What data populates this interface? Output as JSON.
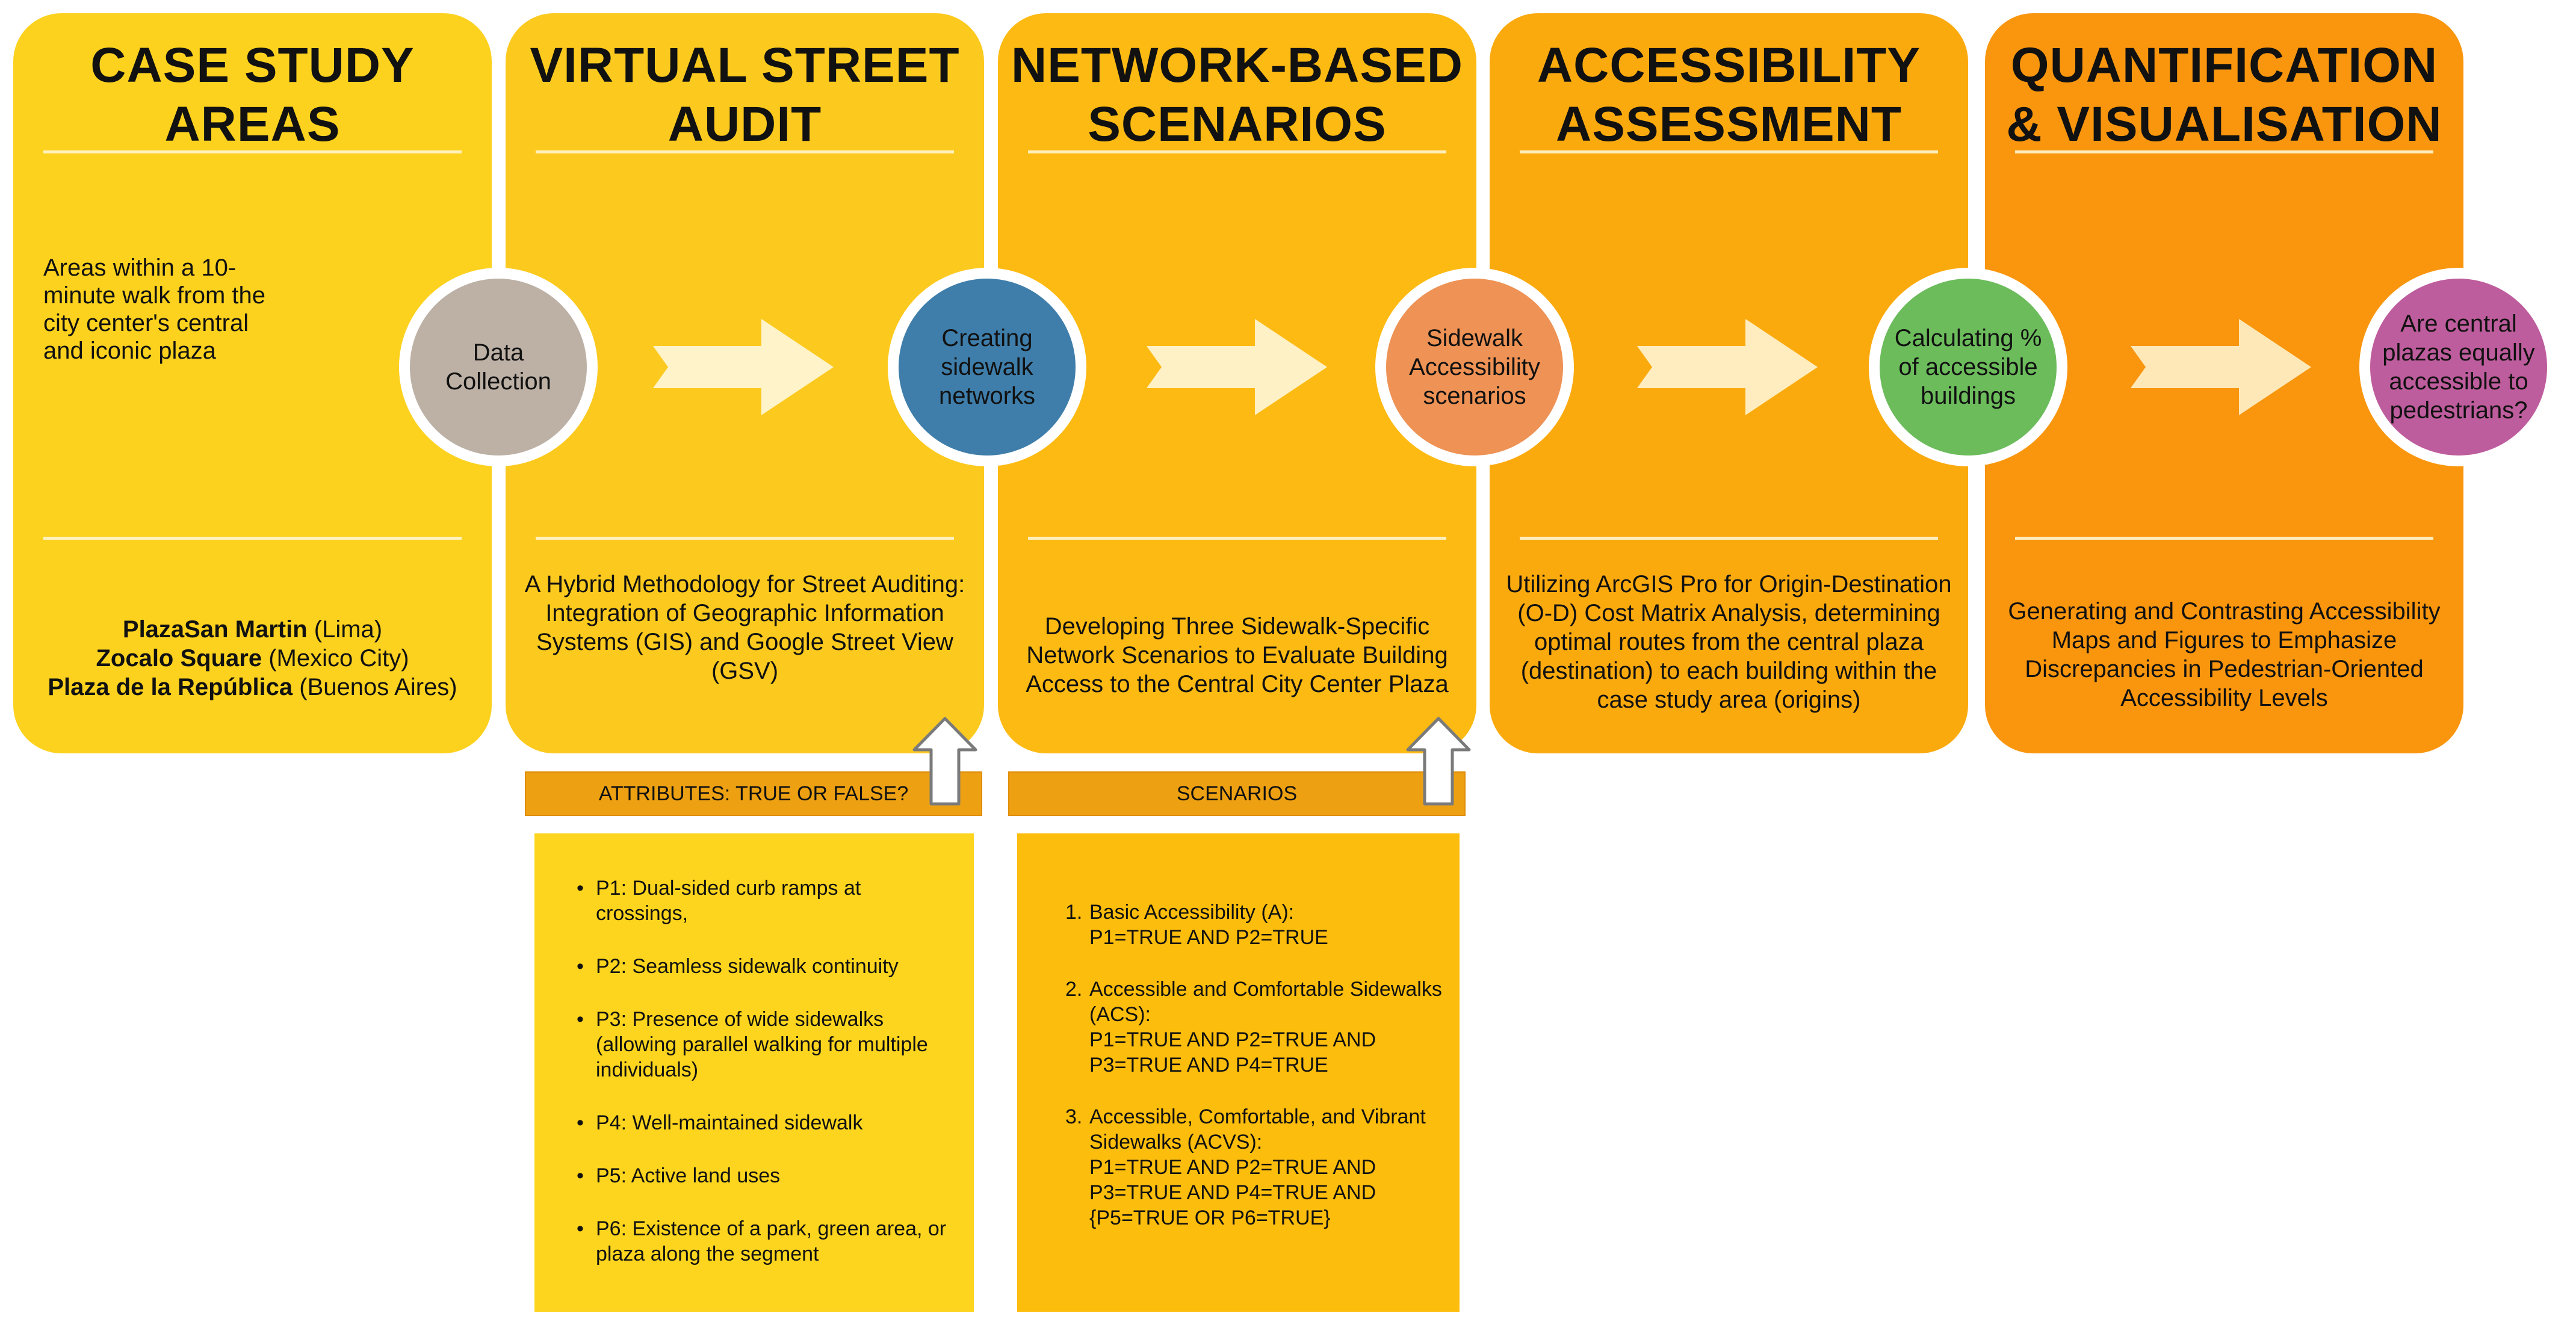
{
  "panels": [
    {
      "title": "CASE STUDY AREAS",
      "intro": "Areas within a 10-minute walk from the city center's central and iconic plaza",
      "places": [
        {
          "name": "PlazaSan Martin",
          "city": " (Lima)"
        },
        {
          "name": "Zocalo Square",
          "city": " (Mexico City)"
        },
        {
          "name": "Plaza de la República",
          "city": " (Buenos Aires)"
        }
      ]
    },
    {
      "title": "VIRTUAL STREET AUDIT",
      "description": "A Hybrid Methodology for Street Auditing: Integration of Geographic Information Systems (GIS) and Google Street View (GSV)"
    },
    {
      "title": "NETWORK-BASED SCENARIOS",
      "description": "Developing Three Sidewalk-Specific Network Scenarios to Evaluate Building Access to the Central City Center Plaza"
    },
    {
      "title": "ACCESSIBILITY ASSESSMENT",
      "description": "Utilizing ArcGIS Pro for Origin-Destination (O-D) Cost Matrix Analysis, determining optimal routes from the central plaza (destination) to each building within the case study area (origins)"
    },
    {
      "title": "QUANTIFICATION & VISUALISATION",
      "description": "Generating and Contrasting Accessibility Maps and Figures to Emphasize Discrepancies in Pedestrian-Oriented Accessibility Levels"
    }
  ],
  "circles": [
    {
      "label": "Data Collection",
      "color": "#BDB1A6"
    },
    {
      "label": "Creating sidewalk networks",
      "color": "#3F7EAA"
    },
    {
      "label": "Sidewalk Accessibility scenarios",
      "color": "#EE9255"
    },
    {
      "label": "Calculating % of accessible buildings",
      "color": "#6CBC5C"
    },
    {
      "label": "Are central plazas equally accessible to pedestrians?",
      "color": "#BE5D9D"
    }
  ],
  "attributes": {
    "header": "ATTRIBUTES: TRUE OR FALSE?",
    "items": [
      "P1: Dual-sided curb ramps at crossings,",
      "P2: Seamless sidewalk continuity",
      "P3: Presence of wide sidewalks (allowing parallel walking for multiple individuals)",
      "P4: Well-maintained sidewalk",
      "P5: Active land uses",
      "P6: Existence of a park, green area, or plaza along the segment"
    ]
  },
  "scenarios": {
    "header": "SCENARIOS",
    "items": [
      {
        "num": "1.",
        "text": "Basic Accessibility (A):\nP1=TRUE AND P2=TRUE"
      },
      {
        "num": "2.",
        "text": "Accessible and Comfortable Sidewalks (ACS):\nP1=TRUE AND P2=TRUE AND P3=TRUE AND P4=TRUE"
      },
      {
        "num": "3.",
        "text": "Accessible, Comfortable, and Vibrant Sidewalks (ACVS):\nP1=TRUE AND P2=TRUE AND P3=TRUE AND P4=TRUE AND {P5=TRUE OR P6=TRUE}"
      }
    ]
  }
}
